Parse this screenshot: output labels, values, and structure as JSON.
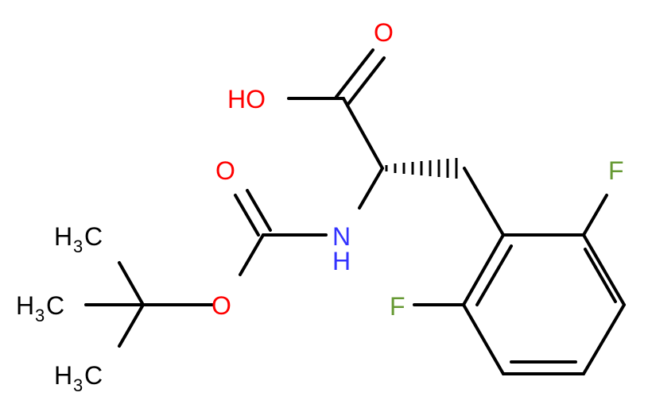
{
  "molecule": {
    "colors": {
      "bond": "#000000",
      "oxygen": "#ff0000",
      "nitrogen": "#3333ff",
      "fluorine": "#669933",
      "carbon": "#000000"
    },
    "labels": {
      "acid_oxygen_double": "O",
      "acid_hydroxyl": "HO",
      "fluorine_top": "F",
      "fluorine_left": "F",
      "amine_n": "N",
      "amine_h": "H",
      "carbamate_oxygen_double": "O",
      "ester_oxygen": "O",
      "methyl_1": {
        "h": "H",
        "sub": "3",
        "c": "C"
      },
      "methyl_2": {
        "h": "H",
        "sub": "3",
        "c": "C"
      },
      "methyl_3": {
        "h": "H",
        "sub": "3",
        "c": "C"
      }
    }
  }
}
